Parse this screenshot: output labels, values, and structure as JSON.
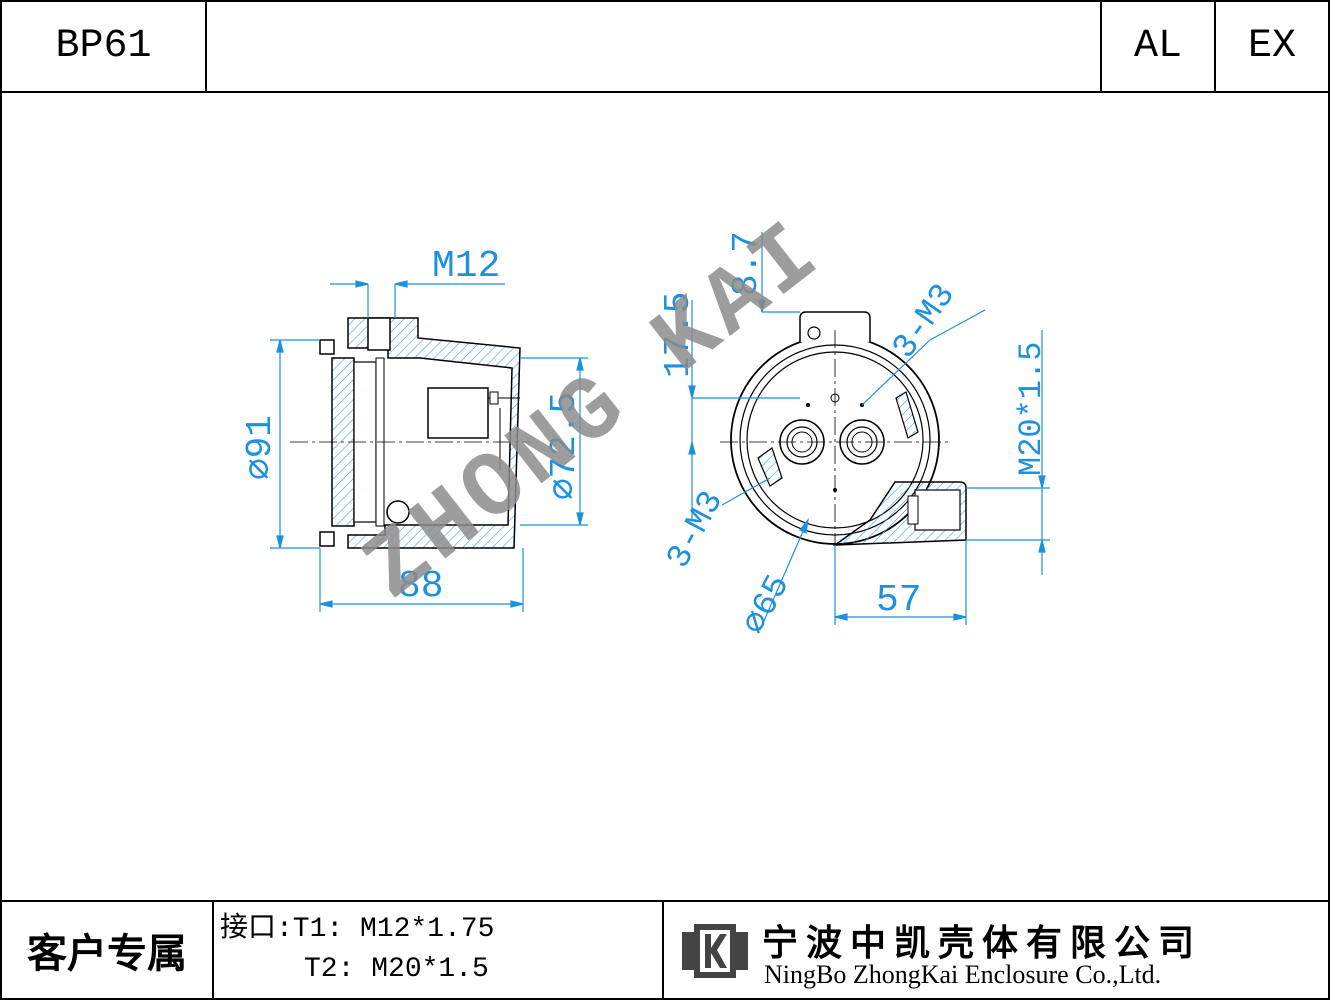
{
  "header": {
    "code": "BP61",
    "tag_al": "AL",
    "tag_ex": "EX"
  },
  "watermark": "ZHONG KAI",
  "dimensions": {
    "m12": "M12",
    "d91": "⌀91",
    "d72_5": "⌀72.5",
    "len88": "88",
    "h8_7": "8.7",
    "h17_5": "17.5",
    "m3_top": "3-M3",
    "m3_left": "3-M3",
    "m20": "M20*1.5",
    "d65": "⌀65",
    "len57": "57"
  },
  "footer": {
    "customer": "客户专属",
    "port_line1": "接口:T1: M12*1.75",
    "port_line2": "T2: M20*1.5",
    "company_cn": "宁波中凯壳体有限公司",
    "company_en": "NingBo ZhongKai Enclosure Co.,Ltd."
  },
  "colors": {
    "dimension": "#1e90e0",
    "hatch": "#3aa0e8",
    "line": "#000000"
  }
}
